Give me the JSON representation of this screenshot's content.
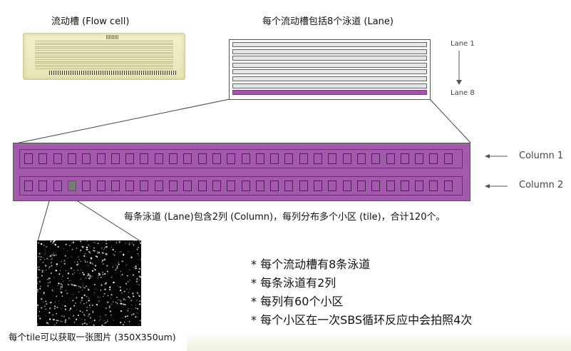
{
  "titles": {
    "flow_cell": "流动槽 (Flow cell)",
    "lanes": "每个流动槽包括8个泳道 (Lane)"
  },
  "lane_labels": {
    "first": "Lane 1",
    "last": "Lane 8"
  },
  "lane_count": 8,
  "highlighted_lane": 8,
  "columns": [
    {
      "label": "Column 1",
      "tile_count": 30
    },
    {
      "label": "Column 2",
      "tile_count": 30
    }
  ],
  "selected_tile": {
    "column": 2,
    "index": 4
  },
  "summary": "每条泳道 (Lane)包含2列 (Column)，每列分布多个小区 (tile)，合计120个。",
  "tile_caption": "每个tile可以获取一张图片 (350X350um)",
  "bullets": [
    "每个流动槽有8条泳道",
    "每条泳道有2列",
    "每列有60个小区",
    "每个小区在一次SBS循环反应中会拍照4次"
  ],
  "bullet_marker": "*",
  "colors": {
    "lane_highlight": "#a554ab",
    "tile_panel": "#a45aac",
    "selected_tile": "#7a7a7a",
    "micrograph_bg": "#050505"
  }
}
